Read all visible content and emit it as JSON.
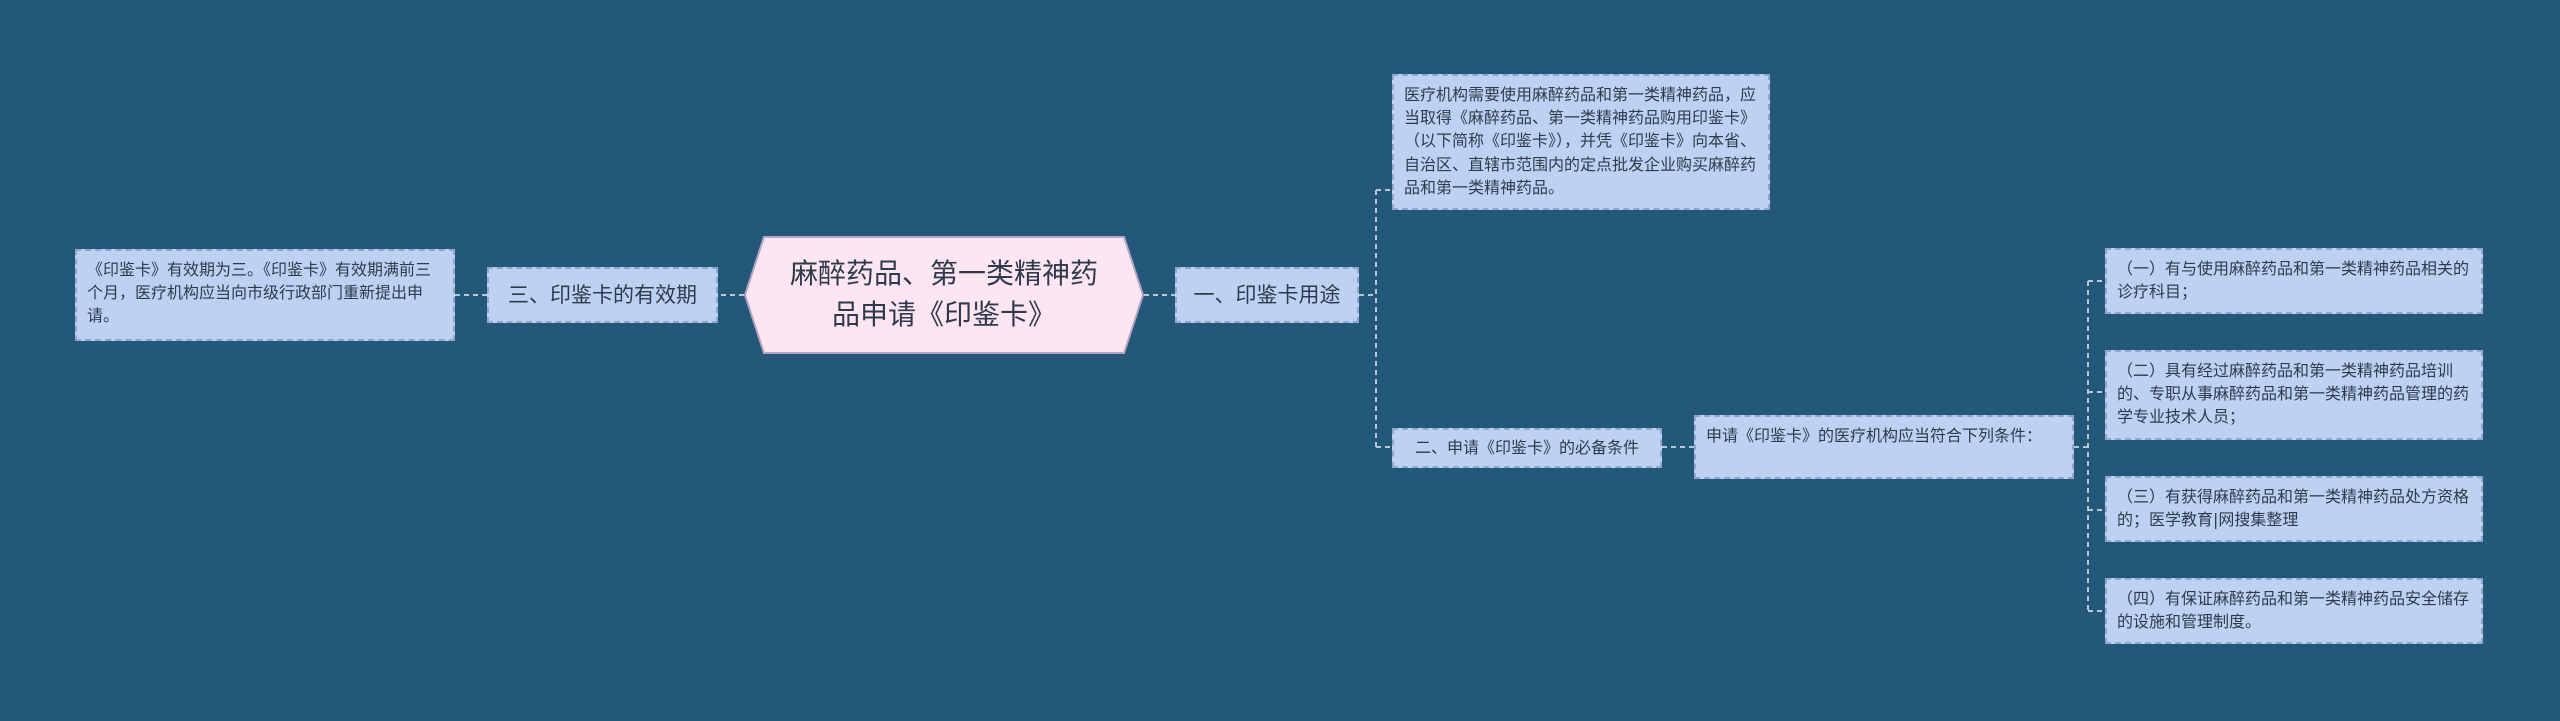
{
  "root": {
    "title": "麻醉药品、第一类精神药品申请《印鉴卡》"
  },
  "left": {
    "branch": "三、印鉴卡的有效期",
    "leaf": "《印鉴卡》有效期为三。《印鉴卡》有效期满前三个月，医疗机构应当向市级行政部门重新提出申请。"
  },
  "right": {
    "branch1": {
      "label": "一、印鉴卡用途",
      "leaf": "医疗机构需要使用麻醉药品和第一类精神药品，应当取得《麻醉药品、第一类精神药品购用印鉴卡》（以下简称《印鉴卡》），并凭《印鉴卡》向本省、自治区、直辖市范围内的定点批发企业购买麻醉药品和第一类精神药品。"
    },
    "branch2": {
      "label": "二、申请《印鉴卡》的必备条件",
      "intro": "申请《印鉴卡》的医疗机构应当符合下列条件：",
      "conditions": [
        "（一）有与使用麻醉药品和第一类精神药品相关的诊疗科目；",
        "（二）具有经过麻醉药品和第一类精神药品培训的、专职从事麻醉药品和第一类精神药品管理的药学专业技术人员；",
        "（三）有获得麻醉药品和第一类精神药品处方资格的；医学教育|网搜集整理",
        "（四）有保证麻醉药品和第一类精神药品安全储存的设施和管理制度。"
      ]
    }
  },
  "colors": {
    "background": "#235878",
    "node_fill": "#bdd2f2",
    "node_border": "#8fa6cf",
    "root_fill": "#fde6f1",
    "connector": "#b7c6da"
  }
}
